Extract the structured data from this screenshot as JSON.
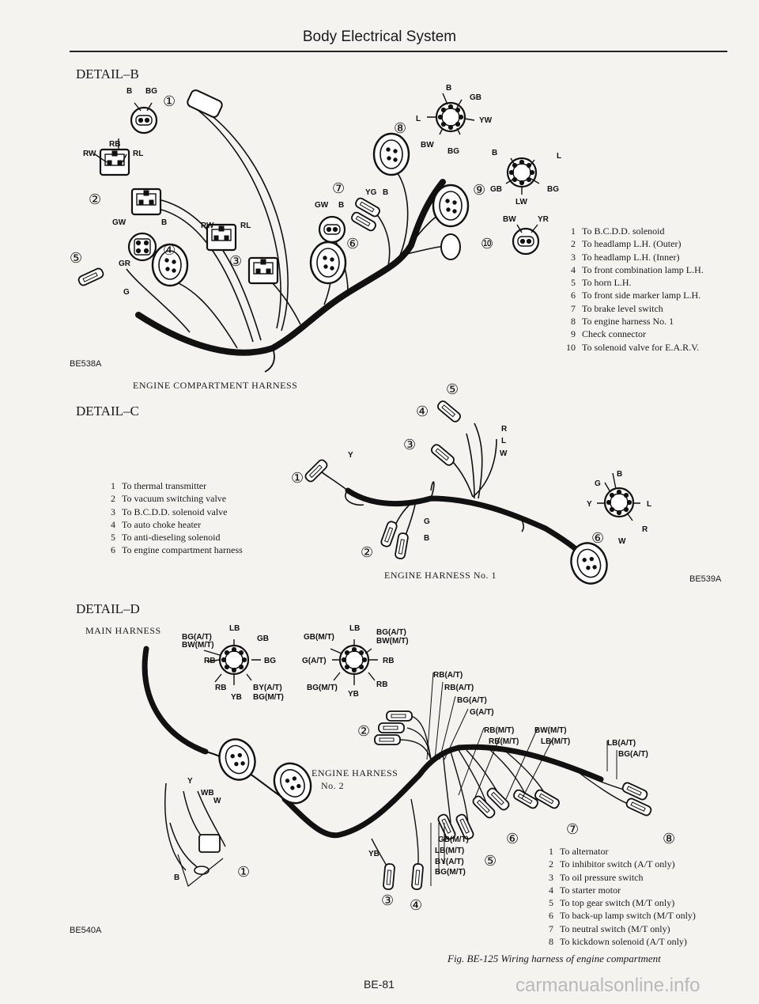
{
  "header": {
    "title": "Body Electrical System"
  },
  "detail_b": {
    "title": "DETAIL–B",
    "code": "BE538A",
    "caption": "ENGINE COMPARTMENT HARNESS",
    "legend": [
      {
        "n": "1",
        "t": "To B.C.D.D. solenoid"
      },
      {
        "n": "2",
        "t": "To headlamp L.H. (Outer)"
      },
      {
        "n": "3",
        "t": "To headlamp L.H. (Inner)"
      },
      {
        "n": "4",
        "t": "To front combination lamp L.H."
      },
      {
        "n": "5",
        "t": "To horn L.H."
      },
      {
        "n": "6",
        "t": "To front side marker lamp L.H."
      },
      {
        "n": "7",
        "t": "To brake level switch"
      },
      {
        "n": "8",
        "t": "To engine harness No. 1"
      },
      {
        "n": "9",
        "t": "Check connector"
      },
      {
        "n": "10",
        "t": "To solenoid valve for E.A.R.V."
      }
    ],
    "wire_labels": [
      "B",
      "BG",
      "RB",
      "RW",
      "RL",
      "GW",
      "B",
      "RW",
      "RL",
      "GR",
      "G",
      "GW",
      "B",
      "YG",
      "B",
      "B",
      "GB",
      "L",
      "YW",
      "BW",
      "BG",
      "B",
      "L",
      "GB",
      "BG",
      "LW",
      "BW",
      "YR"
    ],
    "callouts": [
      "①",
      "②",
      "③",
      "④",
      "⑤",
      "⑥",
      "⑦",
      "⑧",
      "⑨",
      "⑩"
    ]
  },
  "detail_c": {
    "title": "DETAIL–C",
    "code": "BE539A",
    "caption": "ENGINE HARNESS No. 1",
    "legend": [
      {
        "n": "1",
        "t": "To thermal transmitter"
      },
      {
        "n": "2",
        "t": "To vacuum switching valve"
      },
      {
        "n": "3",
        "t": "To B.C.D.D. solenoid valve"
      },
      {
        "n": "4",
        "t": "To auto choke heater"
      },
      {
        "n": "5",
        "t": "To anti-dieseling solenoid"
      },
      {
        "n": "6",
        "t": "To engine compartment harness"
      }
    ],
    "wire_labels": [
      "R",
      "L",
      "W",
      "Y",
      "G",
      "B",
      "B",
      "G",
      "L",
      "Y",
      "R",
      "W"
    ],
    "callouts": [
      "①",
      "②",
      "③",
      "④",
      "⑤",
      "⑥"
    ]
  },
  "detail_d": {
    "title": "DETAIL–D",
    "code": "BE540A",
    "main_label": "MAIN HARNESS",
    "engine_label_1": "ENGINE HARNESS",
    "engine_label_2": "No. 2",
    "legend": [
      {
        "n": "1",
        "t": "To alternator"
      },
      {
        "n": "2",
        "t": "To inhibitor switch (A/T only)"
      },
      {
        "n": "3",
        "t": "To oil pressure switch"
      },
      {
        "n": "4",
        "t": "To starter motor"
      },
      {
        "n": "5",
        "t": "To top gear switch (M/T only)"
      },
      {
        "n": "6",
        "t": "To back-up lamp switch (M/T only)"
      },
      {
        "n": "7",
        "t": "To neutral switch (M/T only)"
      },
      {
        "n": "8",
        "t": "To kickdown solenoid (A/T only)"
      }
    ],
    "wire_labels": [
      "LB",
      "BG(A/T)",
      "BW(M/T)",
      "GB",
      "RB",
      "BG",
      "RB",
      "BY(A/T)",
      "YB",
      "BG(M/T)",
      "LB",
      "GB(M/T)",
      "BG(A/T)",
      "BW(M/T)",
      "G(A/T)",
      "RB",
      "BG(M/T)",
      "YB",
      "RB",
      "RB(A/T)",
      "RB(A/T)",
      "BG(A/T)",
      "G(A/T)",
      "RB(M/T)",
      "BW(M/T)",
      "RB(M/T)",
      "LB(M/T)",
      "LB(A/T)",
      "BG(A/T)",
      "Y",
      "WB",
      "W",
      "B",
      "GB(M/T)",
      "LB(M/T)",
      "BY(A/T)",
      "BG(M/T)",
      "YB"
    ],
    "callouts": [
      "①",
      "②",
      "③",
      "④",
      "⑤",
      "⑥",
      "⑦",
      "⑧"
    ]
  },
  "figure_caption": "Fig. BE-125  Wiring harness of engine compartment",
  "page_number": "BE-81",
  "watermark": "carmanualsonline.info"
}
